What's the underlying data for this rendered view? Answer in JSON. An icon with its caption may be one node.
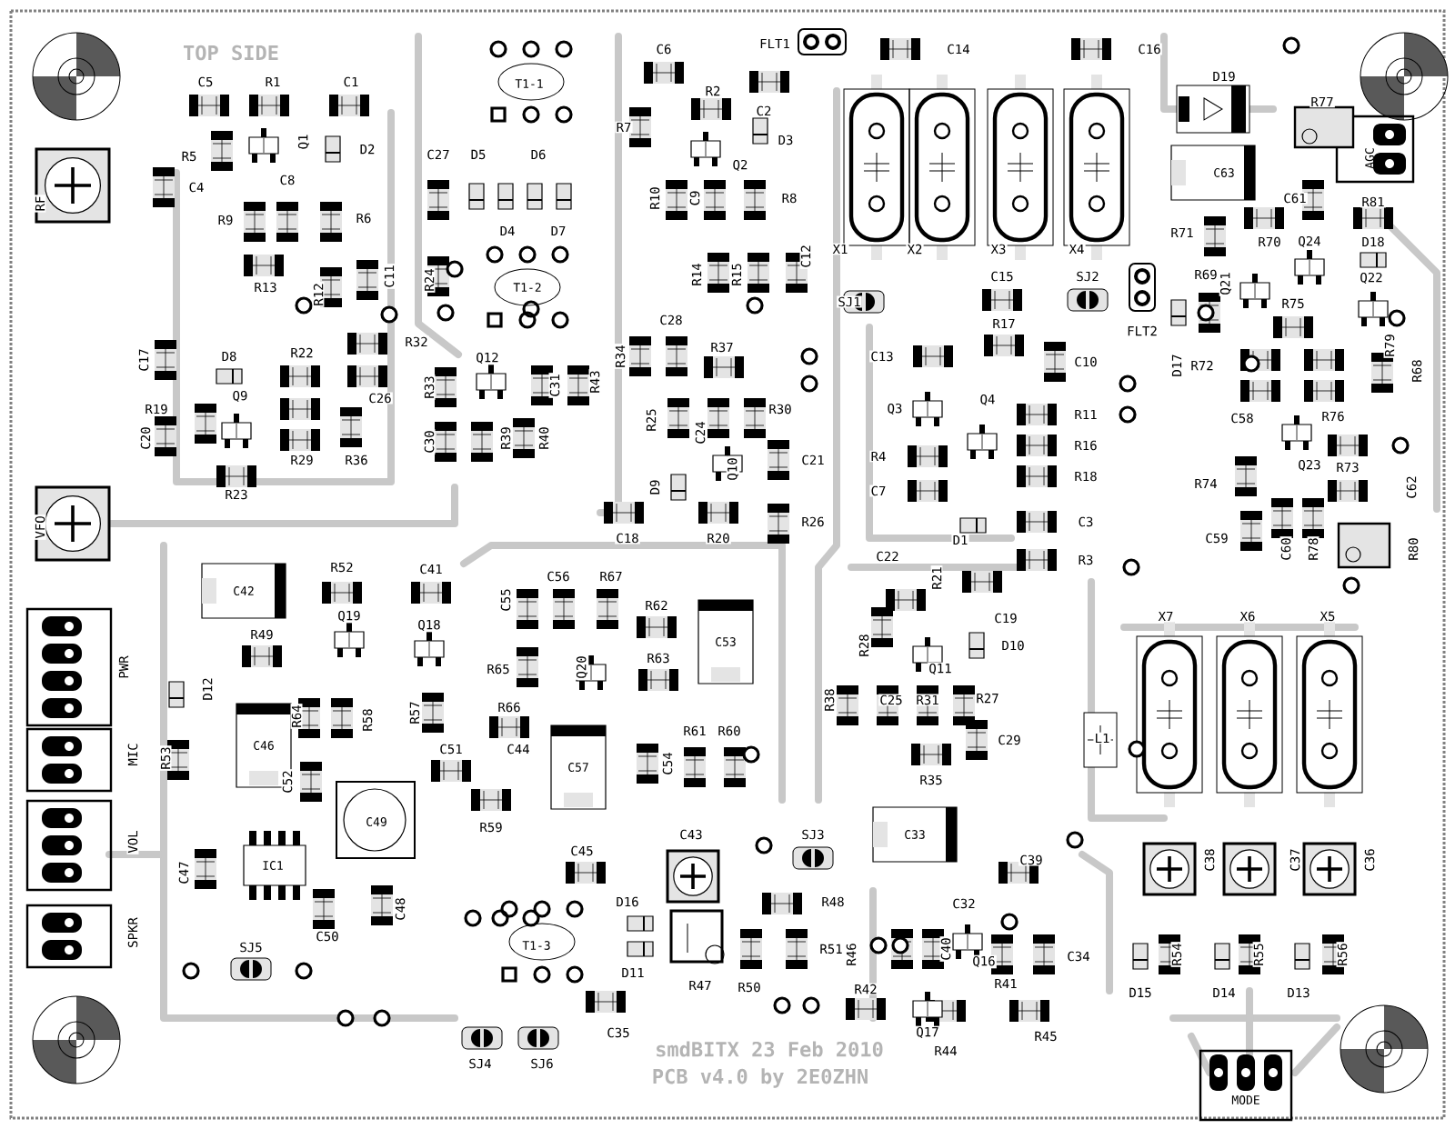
{
  "diagram": {
    "labels": [
      "TOP SIDE",
      "C6",
      "FLT1",
      "C14",
      "C16",
      "C5",
      "R1",
      "C1",
      "T1-1",
      "R2",
      "D19",
      "C2",
      "R77",
      "R5",
      "Q1",
      "D2",
      "C27",
      "D5",
      "D6",
      "R7",
      "Q2",
      "D3",
      "AGC",
      "RF",
      "C4",
      "C8",
      "R10",
      "C9",
      "R8",
      "C63",
      "C61",
      "R81",
      "R9",
      "R6",
      "D4",
      "D7",
      "R71",
      "R70",
      "Q24",
      "D18",
      "X1",
      "X2",
      "X3",
      "X4",
      "R13",
      "R12",
      "C11",
      "R24",
      "T1-2",
      "R14",
      "R15",
      "C12",
      "C15",
      "SJ2",
      "R69",
      "Q21",
      "Q22",
      "SJ1",
      "R75",
      "C28",
      "R17",
      "FLT2",
      "C17",
      "D8",
      "R22",
      "R32",
      "Q12",
      "R34",
      "R37",
      "C13",
      "C10",
      "D17",
      "R72",
      "R79",
      "R68",
      "Q9",
      "C26",
      "R33",
      "C31",
      "R43",
      "Q4",
      "R19",
      "R25",
      "R30",
      "Q3",
      "R11",
      "C58",
      "R76",
      "C20",
      "C30",
      "R39",
      "R40",
      "C24",
      "R16",
      "R29",
      "R36",
      "Q10",
      "C21",
      "R4",
      "Q23",
      "R73",
      "R23",
      "D9",
      "C7",
      "R18",
      "R74",
      "C62",
      "VFO",
      "C18",
      "R20",
      "R26",
      "D1",
      "C3",
      "C59",
      "C22",
      "R3",
      "C60",
      "R78",
      "R80",
      "R52",
      "C41",
      "C56",
      "R67",
      "R21",
      "C42",
      "C55",
      "R62",
      "Q19",
      "Q18",
      "C19",
      "X7",
      "X6",
      "X5",
      "R49",
      "C53",
      "R28",
      "D10",
      "PWR",
      "R65",
      "Q20",
      "R63",
      "Q11",
      "D12",
      "R38",
      "C25",
      "R31",
      "R27",
      "R64",
      "R58",
      "R57",
      "R66",
      "R61",
      "R60",
      "C29",
      "L1",
      "MIC",
      "R53",
      "C46",
      "C51",
      "C44",
      "C57",
      "C54",
      "C52",
      "R35",
      "C49",
      "R59",
      "C43",
      "SJ3",
      "C33",
      "VOL",
      "C47",
      "IC1",
      "C45",
      "C39",
      "C38",
      "C37",
      "C36",
      "C48",
      "D16",
      "R48",
      "C32",
      "SPKR",
      "SJ5",
      "C50",
      "T1-3",
      "R51",
      "R46",
      "C40",
      "Q16",
      "C34",
      "R54",
      "R55",
      "R56",
      "D11",
      "R47",
      "R50",
      "R42",
      "R41",
      "D15",
      "D14",
      "D13",
      "C35",
      "Q17",
      "R44",
      "R45",
      "SJ4",
      "SJ6",
      "smdBITX 23 Feb 2010",
      "PCB v4.0 by 2E0ZHN",
      "MODE"
    ]
  }
}
